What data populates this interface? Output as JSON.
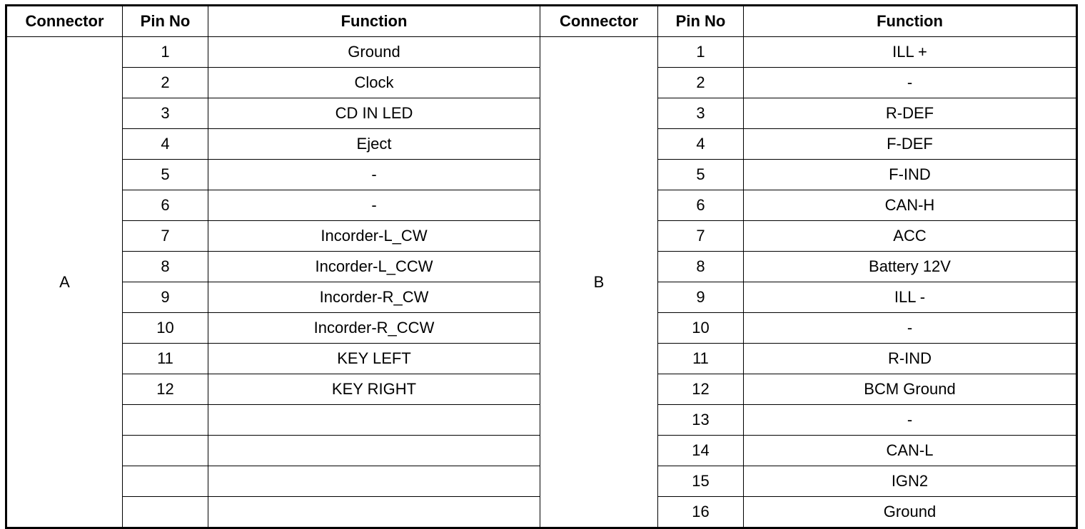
{
  "headers": {
    "connector": "Connector",
    "pin_no": "Pin No",
    "function": "Function"
  },
  "connector_a": {
    "label": "A",
    "rows": [
      {
        "pin": "1",
        "function": "Ground"
      },
      {
        "pin": "2",
        "function": "Clock"
      },
      {
        "pin": "3",
        "function": "CD IN LED"
      },
      {
        "pin": "4",
        "function": "Eject"
      },
      {
        "pin": "5",
        "function": "-"
      },
      {
        "pin": "6",
        "function": "-"
      },
      {
        "pin": "7",
        "function": "Incorder-L_CW"
      },
      {
        "pin": "8",
        "function": "Incorder-L_CCW"
      },
      {
        "pin": "9",
        "function": "Incorder-R_CW"
      },
      {
        "pin": "10",
        "function": "Incorder-R_CCW"
      },
      {
        "pin": "11",
        "function": "KEY LEFT"
      },
      {
        "pin": "12",
        "function": "KEY RIGHT"
      },
      {
        "pin": "",
        "function": ""
      },
      {
        "pin": "",
        "function": ""
      },
      {
        "pin": "",
        "function": ""
      },
      {
        "pin": "",
        "function": ""
      }
    ]
  },
  "connector_b": {
    "label": "B",
    "rows": [
      {
        "pin": "1",
        "function": "ILL +"
      },
      {
        "pin": "2",
        "function": "-"
      },
      {
        "pin": "3",
        "function": "R-DEF"
      },
      {
        "pin": "4",
        "function": "F-DEF"
      },
      {
        "pin": "5",
        "function": "F-IND"
      },
      {
        "pin": "6",
        "function": "CAN-H"
      },
      {
        "pin": "7",
        "function": "ACC"
      },
      {
        "pin": "8",
        "function": "Battery 12V"
      },
      {
        "pin": "9",
        "function": "ILL -"
      },
      {
        "pin": "10",
        "function": "-"
      },
      {
        "pin": "11",
        "function": "R-IND"
      },
      {
        "pin": "12",
        "function": "BCM Ground"
      },
      {
        "pin": "13",
        "function": "-"
      },
      {
        "pin": "14",
        "function": "CAN-L"
      },
      {
        "pin": "15",
        "function": "IGN2"
      },
      {
        "pin": "16",
        "function": "Ground"
      }
    ]
  }
}
